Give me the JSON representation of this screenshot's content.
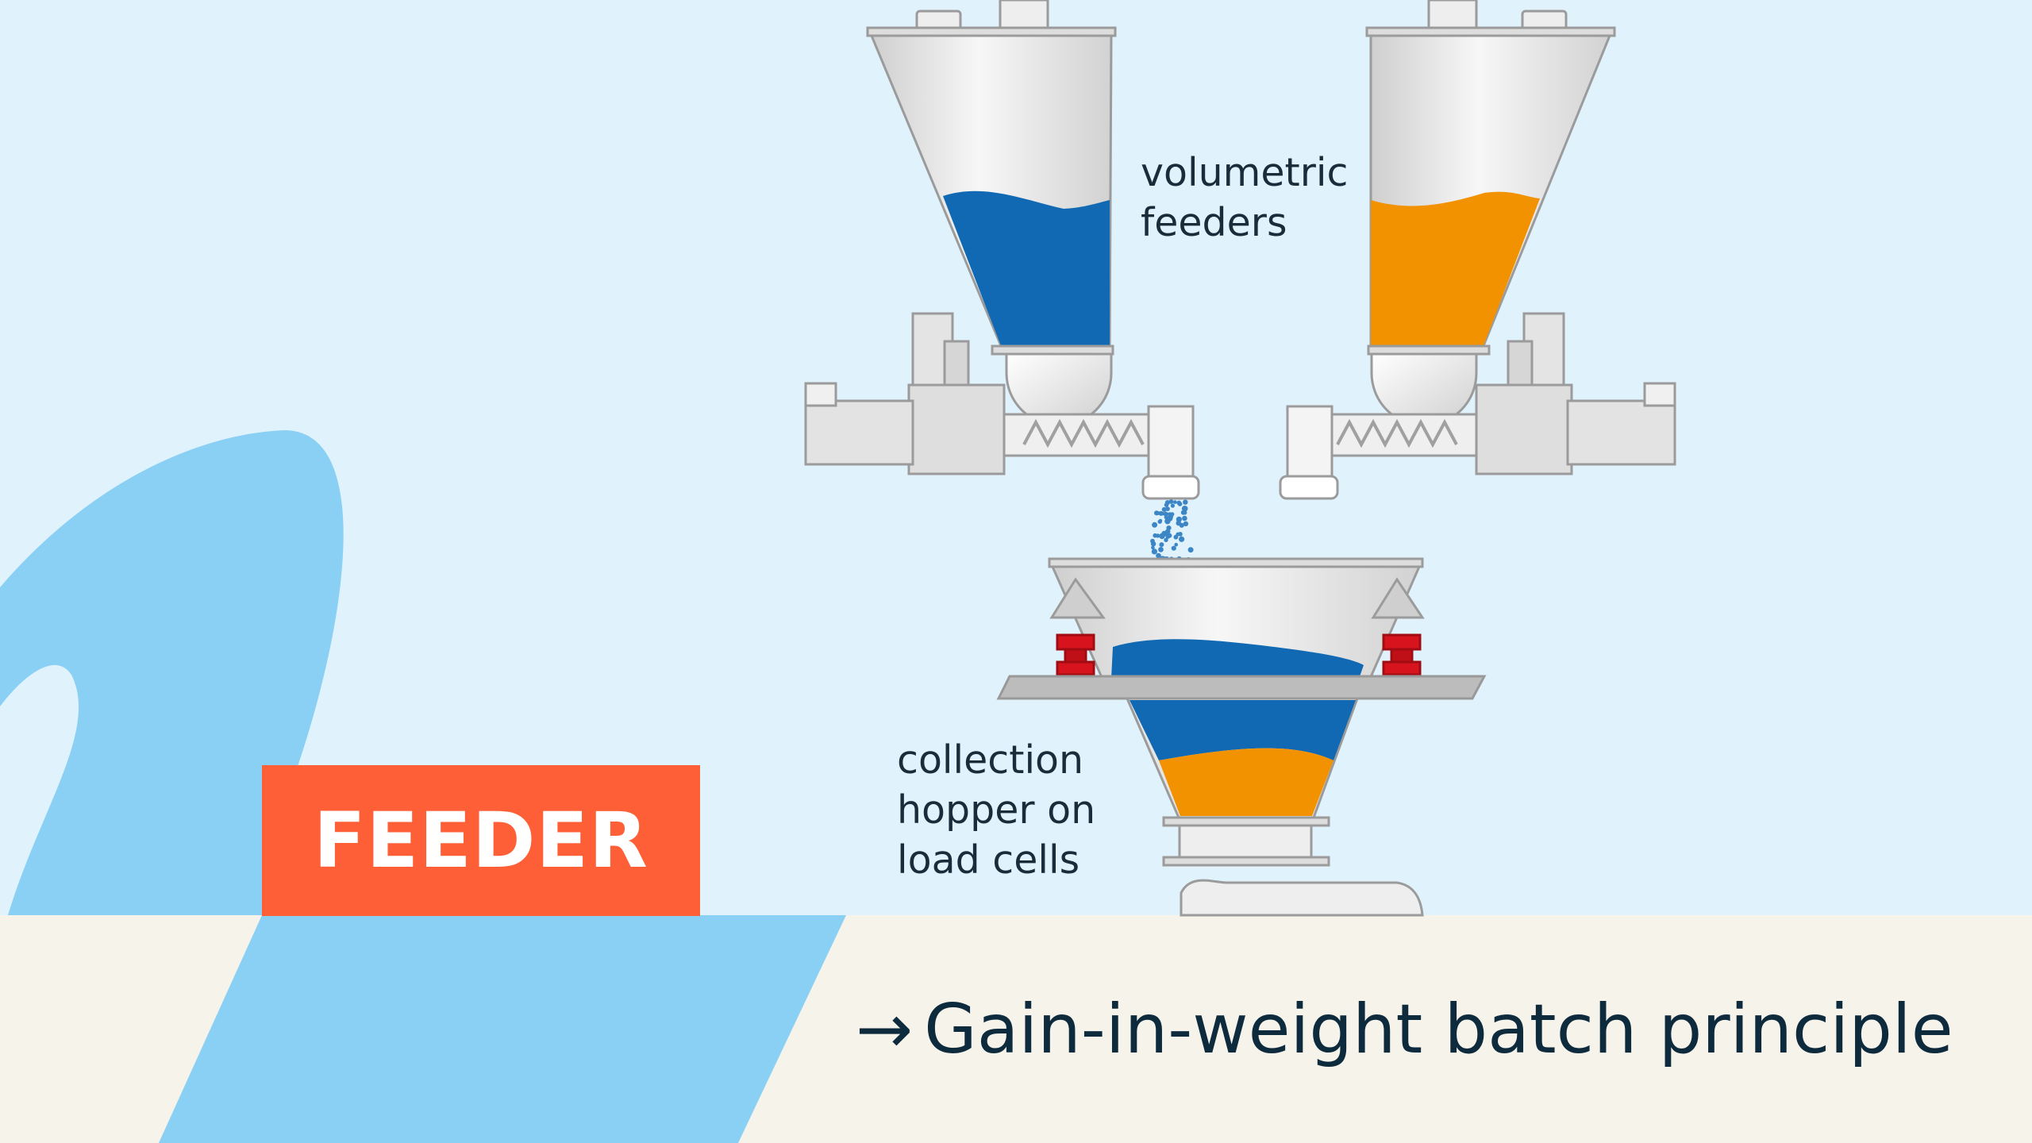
{
  "labels": {
    "feeders": [
      "volumetric",
      "feeders"
    ],
    "hopper": [
      "collection",
      "hopper on",
      "load cells"
    ]
  },
  "badge": {
    "text": "FEEDER"
  },
  "caption": {
    "arrow": "→",
    "text": "Gain-in-weight batch principle"
  },
  "colors": {
    "background": "#e0f2fc",
    "bottom_band": "#f5f3ea",
    "swoosh": "#8ad0f5",
    "badge": "#ff5f36",
    "material_blue": "#1169b3",
    "material_orange": "#f39200",
    "load_cell_red": "#d7141e",
    "steel": "#e6e6e6",
    "outline": "#9b9b9b"
  },
  "icons": {
    "caption_arrow": "arrow-right-icon"
  }
}
